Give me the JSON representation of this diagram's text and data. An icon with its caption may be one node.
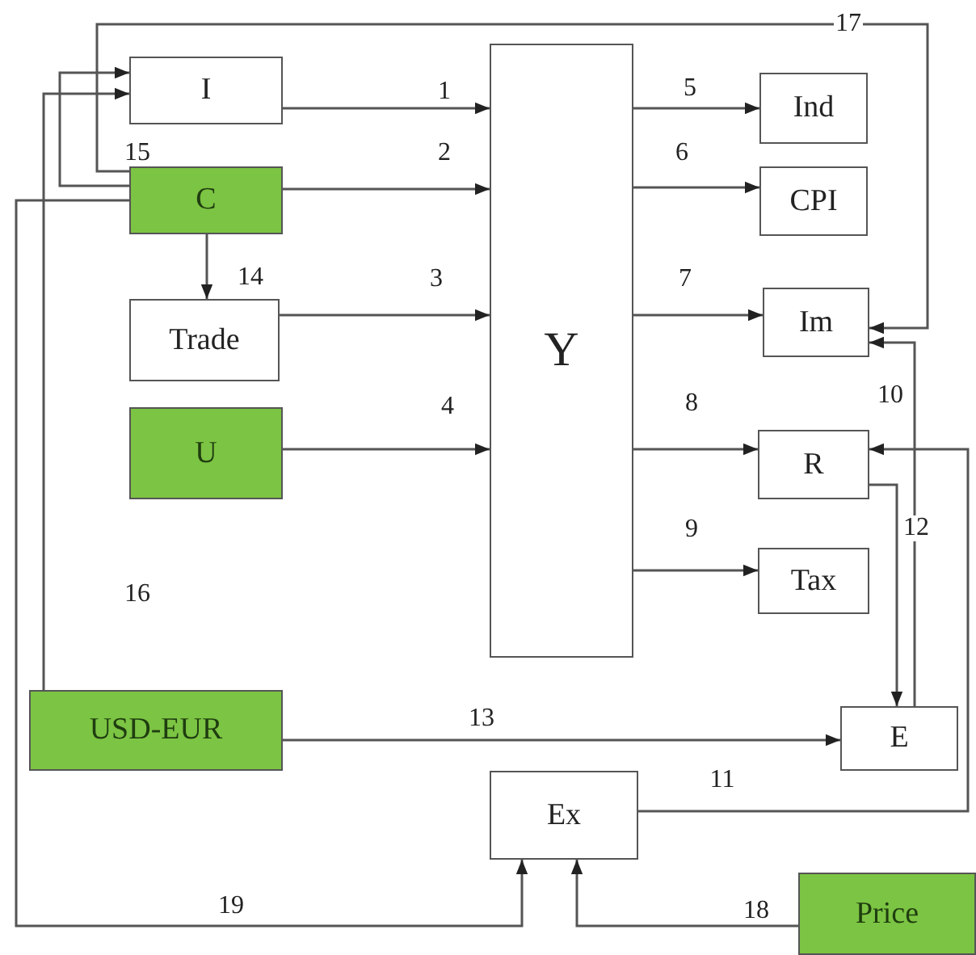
{
  "diagram": {
    "nodes": [
      {
        "text": [
          "I"
        ]
      },
      {
        "text": [
          "Y"
        ]
      },
      {
        "text": [
          "C"
        ]
      },
      {
        "text": [
          "Ind"
        ]
      },
      {
        "text": [
          "CPI"
        ]
      },
      {
        "text": [
          "Trade"
        ]
      },
      {
        "text": [
          "Im"
        ]
      },
      {
        "text": [
          "U"
        ]
      },
      {
        "text": [
          "R"
        ]
      },
      {
        "text": [
          "Tax"
        ]
      },
      {
        "text": [
          "USD-EUR"
        ]
      },
      {
        "text": [
          "E"
        ]
      },
      {
        "text": [
          "Ex"
        ]
      },
      {
        "text": [
          "Price"
        ]
      }
    ],
    "edges": [
      {
        "from": 0,
        "to": 1,
        "arrow": "to",
        "label": "1"
      },
      {
        "from": 2,
        "to": 1,
        "arrow": "to",
        "label": "2"
      },
      {
        "from": 5,
        "to": 1,
        "arrow": "to",
        "label": "3"
      },
      {
        "from": 7,
        "to": 1,
        "arrow": "to",
        "label": "4"
      },
      {
        "from": 1,
        "to": 3,
        "arrow": "to",
        "label": "5"
      },
      {
        "from": 1,
        "to": 4,
        "arrow": "to",
        "label": "6"
      },
      {
        "from": 1,
        "to": 6,
        "arrow": "to",
        "label": "7"
      },
      {
        "from": 1,
        "to": 8,
        "arrow": "to",
        "label": "8"
      },
      {
        "from": 1,
        "to": 9,
        "arrow": "to",
        "label": "9"
      },
      {
        "from": 11,
        "to": 6,
        "arrow": "to",
        "label": "10"
      },
      {
        "from": 12,
        "to": 8,
        "arrow": "to",
        "label": "11"
      },
      {
        "from": 8,
        "to": 11,
        "arrow": "to",
        "label": "12"
      },
      {
        "from": 10,
        "to": 11,
        "arrow": "to",
        "label": "13"
      },
      {
        "from": 2,
        "to": 5,
        "arrow": "to",
        "label": "14"
      },
      {
        "from": 2,
        "to": 0,
        "arrow": "to",
        "label": "15"
      },
      {
        "from": 10,
        "to": 0,
        "arrow": "to",
        "label": "16"
      },
      {
        "from": 2,
        "to": 6,
        "arrow": "to",
        "label": "17"
      },
      {
        "from": 13,
        "to": 12,
        "arrow": "to",
        "label": "18"
      },
      {
        "from": 2,
        "to": 12,
        "arrow": "to",
        "label": "19"
      }
    ]
  }
}
